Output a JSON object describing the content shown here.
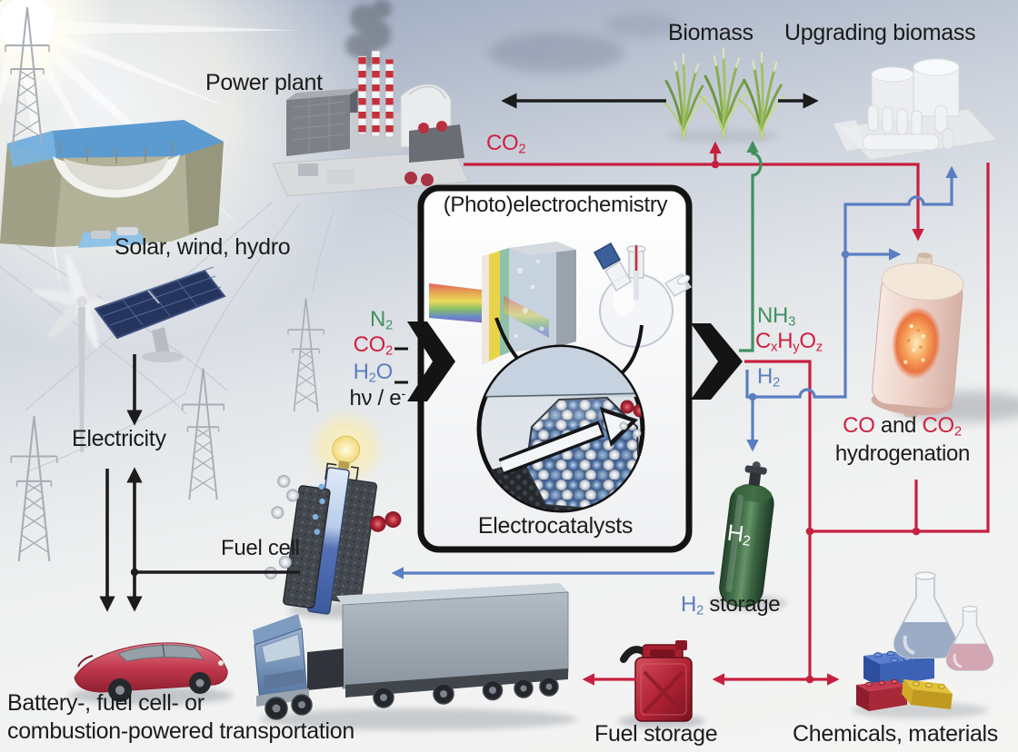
{
  "colors": {
    "line_red": "#c6203f",
    "line_green": "#41915f",
    "line_blue": "#5b7ec2",
    "line_black": "#1c1c1c",
    "text_ink": "#1b1b1b"
  },
  "labels": {
    "power_plant": "Power plant",
    "biomass": "Biomass",
    "upgrading_biomass": "Upgrading biomass",
    "solar_wind_hydro": "Solar, wind, hydro",
    "electricity": "Electricity",
    "fuel_cell": "Fuel cell",
    "box_title": "(Photo)electrochemistry",
    "electrocatalysts": "Electrocatalysts",
    "hydrogenation": "hydrogenation",
    "fuel_storage": "Fuel storage",
    "chemicals_materials": "Chemicals, materials",
    "transport_line1": "Battery-, fuel cell- or",
    "transport_line2": "combustion-powered transportation"
  },
  "formulas": {
    "co2_top": [
      [
        "CO"
      ],
      [
        "2",
        "sub"
      ]
    ],
    "n2": [
      [
        "N"
      ],
      [
        "2",
        "sub"
      ]
    ],
    "co2_in": [
      [
        "CO"
      ],
      [
        "2",
        "sub"
      ]
    ],
    "h2o": [
      [
        "H"
      ],
      [
        "2",
        "sub"
      ],
      [
        "O"
      ]
    ],
    "hv_e": [
      [
        "hν / e"
      ],
      [
        "-",
        "sup"
      ]
    ],
    "nh3": [
      [
        "NH"
      ],
      [
        "3",
        "sub"
      ]
    ],
    "cxhyoz": [
      [
        "C"
      ],
      [
        "x",
        "sub"
      ],
      [
        "H"
      ],
      [
        "y",
        "sub"
      ],
      [
        "O"
      ],
      [
        "z",
        "sub"
      ]
    ],
    "h2_out": [
      [
        "H"
      ],
      [
        "2",
        "sub"
      ]
    ],
    "h2_cylinder": [
      [
        "H"
      ],
      [
        "2",
        "sub"
      ]
    ],
    "h2_storage": [
      [
        "H",
        "c-blue"
      ],
      [
        "2",
        "sub c-blue"
      ],
      [
        " storage",
        "c-ink"
      ]
    ],
    "co_and_co2": [
      [
        "CO",
        "c-red"
      ],
      [
        " and ",
        "c-ink"
      ],
      [
        "CO",
        "c-red"
      ],
      [
        "2",
        "sub c-red"
      ]
    ]
  }
}
